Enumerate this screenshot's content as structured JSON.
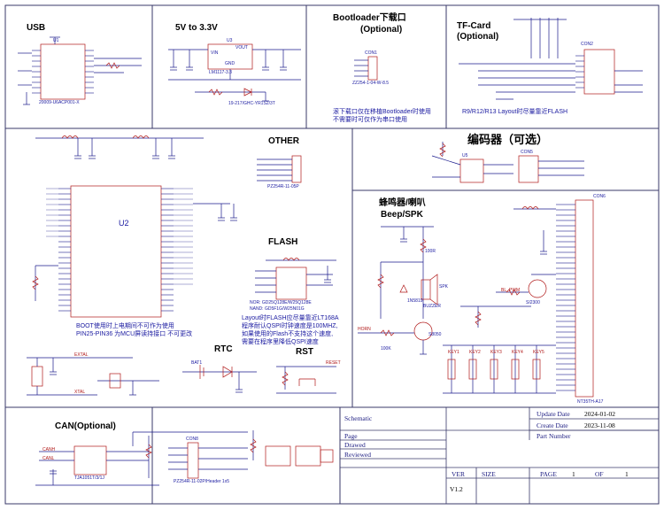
{
  "sections": {
    "usb": "USB",
    "power": "5V to 3.3V",
    "bootloader": "Bootloader下载口",
    "bootloader_sub": "(Optional)",
    "tfcard": "TF-Card",
    "tfcard_sub": "(Optional)",
    "other": "OTHER",
    "encoder": "编码器（可选）",
    "flash": "FLASH",
    "buzzer": "蜂鸣器/喇叭",
    "buzzer_sub": "Beep/SPK",
    "rtc": "RTC",
    "rst": "RST",
    "can": "CAN(Optional)"
  },
  "notes": {
    "bootloader": "滚下载口仅在移植Bootloader时使用\n不需要时可仅作为串口使用",
    "tfcard": "R9/R12/R13 Layout时尽量靠近FLASH",
    "mcu": "BOOT使用时上电期间不可作为使用\nPIN25-PIN36 为MCU屏读持接口 不可更改",
    "flash": "Layout时FLASH应尽量靠近LT168A\n程序耐认QSPI时钟速度是100MHZ,\n如果使用的Flash不支持这个速度,\n需要在程序里降低QSPI速度"
  },
  "labels": {
    "usb_chip": "20009-U6ACP001-X",
    "ldo": "LM1117-3.3",
    "led": "19-217/GHC-YR1S2/3T",
    "boot_conn": "ZZ254-1-04-W-8.5",
    "conn_other": "PZ254R-11-05P",
    "flash_part": "NOR: GD25Q128E/W25Q128E",
    "flash_part2": "NAND: GD5F1G/W25N01G",
    "lcd_conn": "NT35TH-A17",
    "can_chip": "TJA1051T/3/1J",
    "can_conn": "PZ254R-11-02P/Header 1x5",
    "mcu_ref": "U2",
    "battery": "BAT1",
    "buzzer_part": "BUZZER",
    "q_part": "SI2300",
    "q2_part": "S8050",
    "d_part": "1N5819",
    "conn_lcd": "CON6",
    "conn_can": "CON8",
    "conn_tf": "CON2",
    "conn_bl": "CON1",
    "conn_enc": "CON5",
    "usb_ic": "U1",
    "ldo_ic": "U3",
    "vout": "VOUT",
    "vin": "VIN",
    "gnd": "GND",
    "rst_btn": "RESET",
    "extal": "EXTAL",
    "xtal": "XTAL",
    "encoder_ic": "U5",
    "buz_res_top": "100R",
    "buz_res_mid": "100K",
    "bl_pwm": "BL_PWM",
    "horn": "HORN",
    "can_h": "CANH",
    "can_l": "CANL",
    "speaker": "SPK",
    "version": "V1.2"
  },
  "keys": [
    "KEY1",
    "KEY2",
    "KEY3",
    "KEY4",
    "KEY5"
  ],
  "title_block": {
    "schematic_label": "Schematic",
    "page_label": "Page",
    "drawed_label": "Drawed",
    "reviewed_label": "Reviewed",
    "update_date_label": "Update Date",
    "update_date": "2024-01-02",
    "create_date_label": "Create Date",
    "create_date": "2023-11-08",
    "part_number_label": "Part Number",
    "ver_label": "VER",
    "size_label": "SIZE",
    "page_num_label": "PAGE",
    "page_num": "1",
    "of_label": "OF",
    "page_total": "1",
    "version": "V1.2"
  },
  "colors": {
    "wire": "#1a1a8c",
    "component": "#b01818",
    "pin_label": "#b01818",
    "border": "#3a3a6a",
    "text": "#1a1aa0"
  }
}
